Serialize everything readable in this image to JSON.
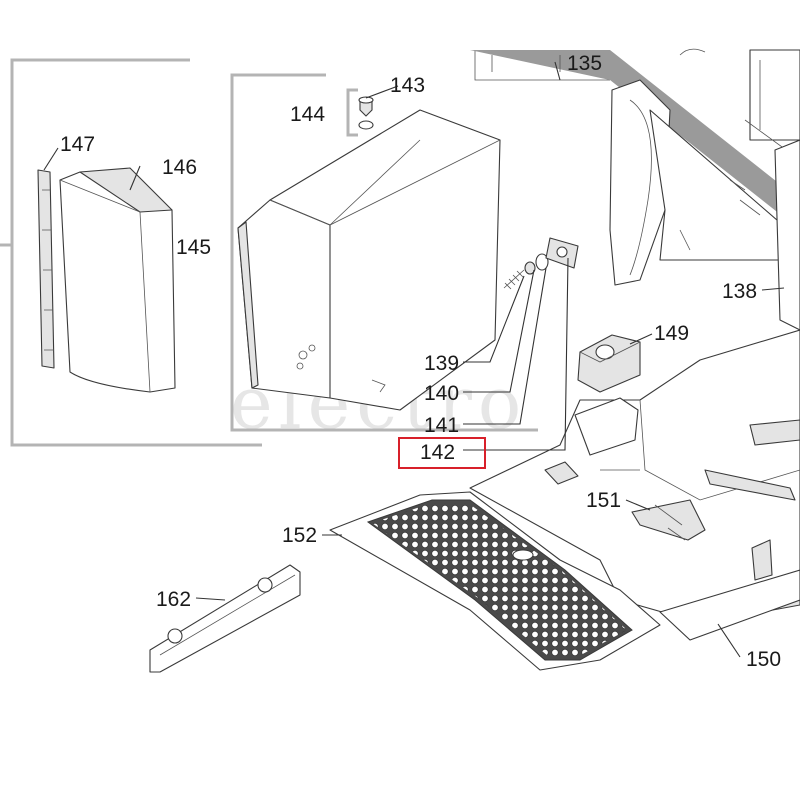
{
  "watermark": "electro",
  "parts": {
    "p135": "135",
    "p138": "138",
    "p139": "139",
    "p140": "140",
    "p141": "141",
    "p142": "142",
    "p143": "143",
    "p144": "144",
    "p145": "145",
    "p146": "146",
    "p147": "147",
    "p149": "149",
    "p150": "150",
    "p151": "151",
    "p152": "152",
    "p162": "162"
  },
  "highlight": {
    "part": "142",
    "color": "#d8202a"
  }
}
